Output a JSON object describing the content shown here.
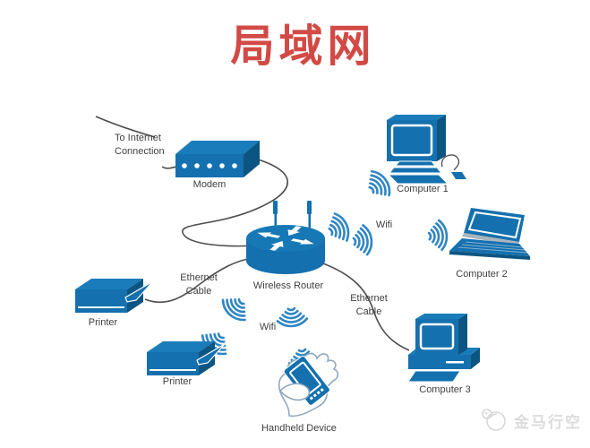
{
  "title": {
    "text": "局域网"
  },
  "nodes": {
    "internet": {
      "label": "To Internet\nConnection"
    },
    "modem": {
      "label": "Modem"
    },
    "router": {
      "label": "Wireless Router"
    },
    "computer1": {
      "label": "Computer 1"
    },
    "computer2": {
      "label": "Computer 2"
    },
    "computer3": {
      "label": "Computer 3"
    },
    "printer_top": {
      "label": "Printer"
    },
    "printer_bottom": {
      "label": "Printer"
    },
    "handheld": {
      "label": "Handheld Device"
    }
  },
  "links": {
    "wifi_upper": "Wifi",
    "wifi_lower": "Wifi",
    "ethernet_left": "Ethernet\nCable",
    "ethernet_right": "Ethernet\nCable"
  },
  "icons": {
    "modem": "modem-icon",
    "router": "wireless-router-icon",
    "desktop": "desktop-computer-icon",
    "laptop": "laptop-icon",
    "printer": "printer-icon",
    "handheld": "handheld-device-icon",
    "wifi": "wifi-signal-icon"
  },
  "colors": {
    "title_red": "#d24a45",
    "device_blue": "#1470ae",
    "device_blue_light": "#1a7cba",
    "device_blue_dark": "#0c5583",
    "wifi_blue": "#2f86c4",
    "cable_gray": "#4d4d4d",
    "label_gray": "#3f3f3f",
    "watermark_gray": "#dcdcdc"
  },
  "watermark": {
    "text": "金马行空"
  }
}
